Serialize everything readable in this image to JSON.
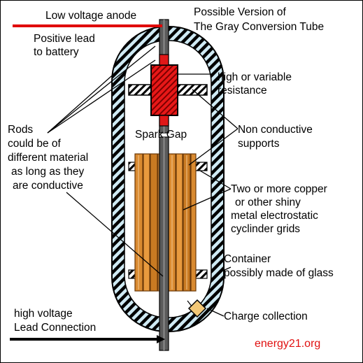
{
  "title": {
    "line1": "Possible Version of",
    "line2": "The Gray Conversion Tube"
  },
  "labels": {
    "low_voltage_anode": "Low voltage anode",
    "positive_lead_1": "Positive lead",
    "positive_lead_2": "to battery",
    "resistance_1": "high or variable",
    "resistance_2": "resistance",
    "rods_1": "Rods",
    "rods_2": "could be of",
    "rods_3": "different material",
    "rods_4": "as long as they",
    "rods_5": "are conductive",
    "spark_gap": "Spark Gap",
    "supports_1": "Non conductive",
    "supports_2": "supports",
    "grids_1": "Two or more copper",
    "grids_2": "or other shiny",
    "grids_3": "metal electrostatic",
    "grids_4": "cyclinder  grids",
    "container_1": "Container",
    "container_2": "possibly made of glass",
    "hv_lead_1": "high voltage",
    "hv_lead_2": "Lead Connection",
    "charge_collection": "Charge collection",
    "brand": "energy21.org"
  },
  "colors": {
    "anode_line": "#e00000",
    "resistor": "#e01818",
    "copper_grid": "#d98a30",
    "copper_dark": "#8a4a10",
    "glass_fill": "#cfeaf4",
    "rod": "#555555",
    "brand": "#e01010"
  }
}
